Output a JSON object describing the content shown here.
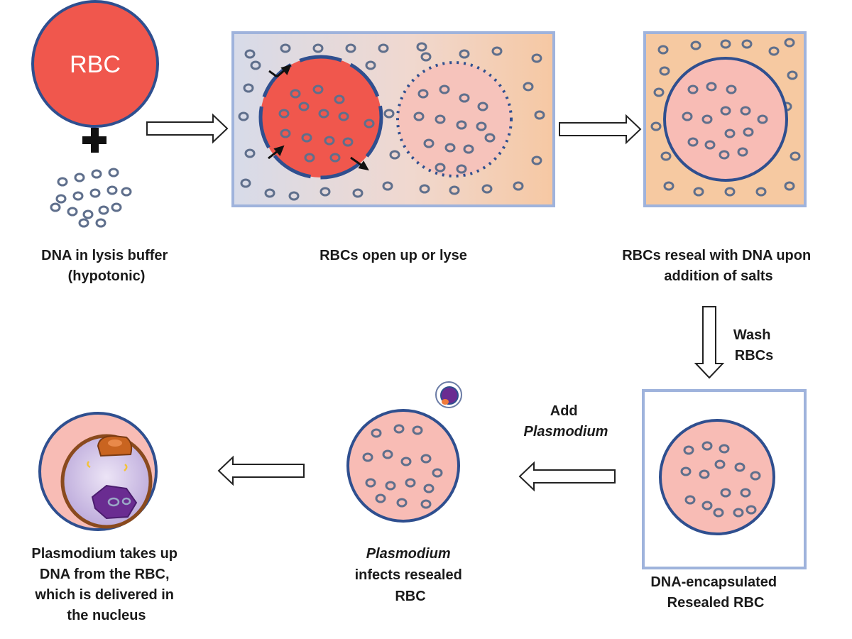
{
  "rbc_label": "RBC",
  "captions": {
    "step1": [
      "DNA in lysis buffer",
      "(hypotonic)"
    ],
    "step2": [
      "RBCs open up or lyse"
    ],
    "step3": [
      "RBCs reseal with DNA upon",
      "addition of salts"
    ],
    "wash": [
      "Wash",
      "RBCs"
    ],
    "step4": [
      "DNA-encapsulated",
      "Resealed RBC"
    ],
    "add": [
      "Add",
      "Plasmodium"
    ],
    "step5": [
      "Plasmodium",
      "infects resealed",
      "RBC"
    ],
    "step6": [
      "Plasmodium takes up",
      "DNA from the RBC,",
      "which is delivered in",
      "the nucleus"
    ]
  },
  "colors": {
    "rbc_red": "#f0574d",
    "rbc_pink": "#f8bcb5",
    "membrane": "#2f4f8f",
    "dna": "#5f6f8c",
    "panel_border": "#9fb3dc",
    "plasmodium": "#6a2c91",
    "orange_bg": "#f6c9a1"
  },
  "icons": {
    "plus": "plus-icon",
    "arrow": "hollow-arrow-icon",
    "dna": "dna-plasmid-icon",
    "plasmodium": "plasmodium-parasite-icon"
  }
}
